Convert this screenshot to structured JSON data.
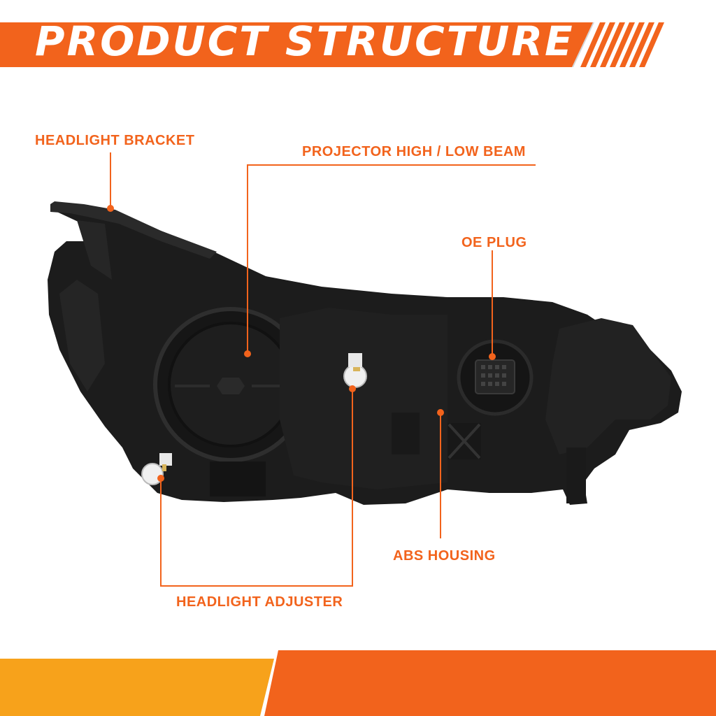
{
  "banner": {
    "title": "PRODUCT STRUCTURE"
  },
  "colors": {
    "accent": "#f2631c",
    "secondary": "#f7a21b",
    "housing": "#1c1c1c"
  },
  "callouts": {
    "headlight_bracket": "HEADLIGHT BRACKET",
    "projector": "PROJECTOR HIGH / LOW BEAM",
    "oe_plug": "OE PLUG",
    "abs_housing": "ABS HOUSING",
    "headlight_adjuster": "HEADLIGHT ADJUSTER"
  }
}
